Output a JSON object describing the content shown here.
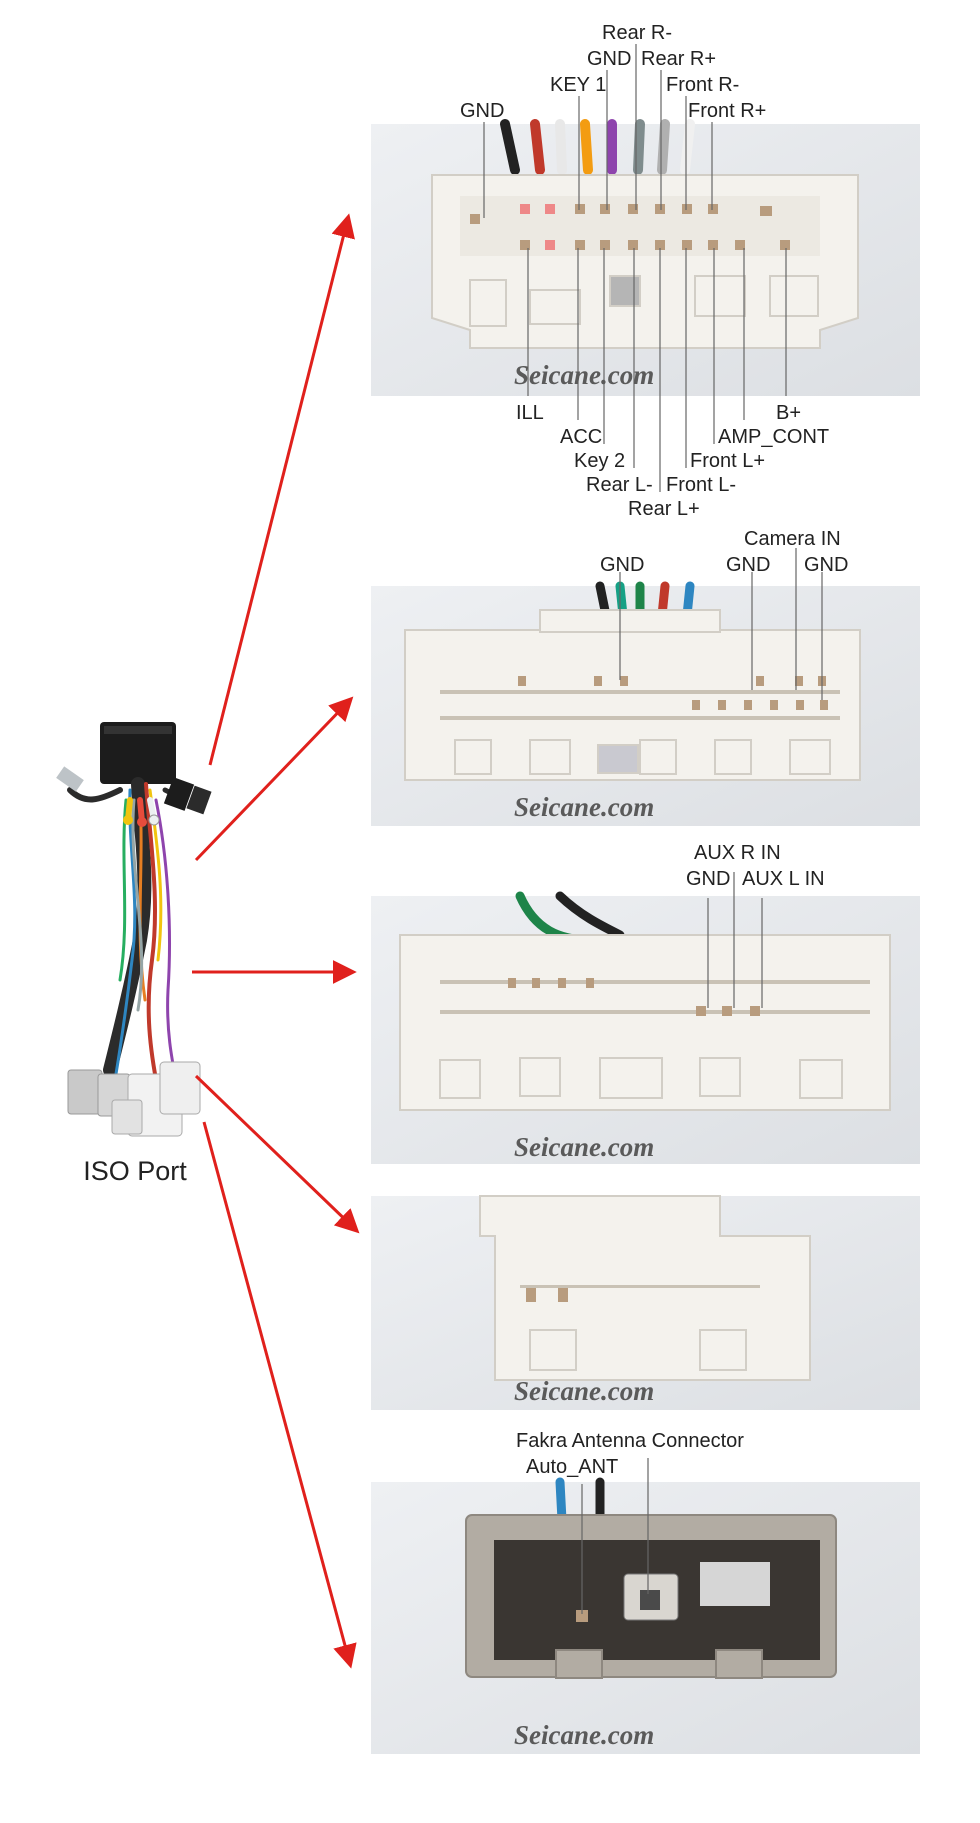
{
  "iso_port_label": "ISO Port",
  "watermark": "Seicane.com",
  "connector1": {
    "top_labels": [
      "Rear R-",
      "GND",
      "Rear R+",
      "KEY 1",
      "Front R-",
      "GND",
      "Front R+"
    ],
    "bottom_labels": [
      "ILL",
      "B+",
      "ACC",
      "AMP_CONT",
      "Key 2",
      "Front L+",
      "Rear L-",
      "Front L-",
      "Rear L+"
    ]
  },
  "connector2": {
    "labels": [
      "Camera IN",
      "GND",
      "GND",
      "GND"
    ]
  },
  "connector3": {
    "labels": [
      "AUX R IN",
      "GND",
      "AUX L IN"
    ]
  },
  "connector5": {
    "labels": [
      "Fakra Antenna Connector",
      "Auto_ANT"
    ]
  },
  "colors": {
    "arrow": "#e0201c",
    "connector_body": "#f3f1ec",
    "photo_bg": "#e6e7ea",
    "shell_grey": "#a8a29a"
  }
}
